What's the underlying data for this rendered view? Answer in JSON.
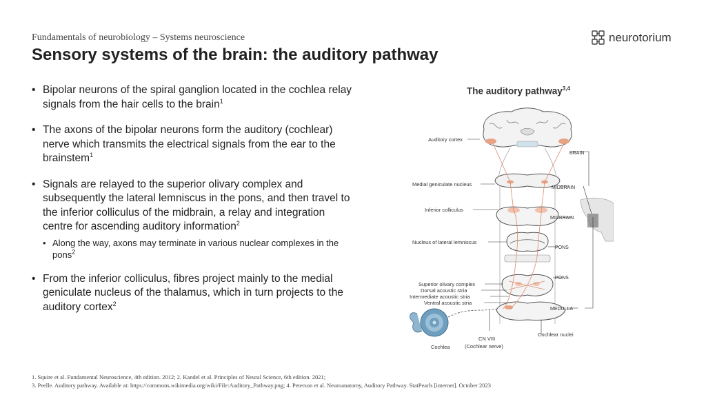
{
  "header": {
    "subtitle": "Fundamentals of neurobiology – Systems neuroscience",
    "title": "Sensory systems of the brain: the auditory pathway",
    "logo_text": "neurotorium",
    "logo_icon": "neuron-logo-icon"
  },
  "bullets": [
    {
      "text": "Bipolar neurons of the spiral ganglion located in the cochlea relay signals from the hair cells to the brain",
      "ref": "1"
    },
    {
      "text": "The axons of the bipolar neurons form the auditory (cochlear) nerve which transmits the electrical signals from the ear to the brainstem",
      "ref": "1"
    },
    {
      "text": "Signals are relayed to the superior olivary complex and subsequently the lateral lemniscus in the pons, and then travel to the inferior colliculus of the midbrain, a relay and integration centre for ascending auditory information",
      "ref": "2",
      "sub": {
        "text": "Along the way, axons may terminate in various nuclear complexes in the pons",
        "ref": "2"
      }
    },
    {
      "text": "From the inferior colliculus, fibres project mainly to the medial geniculate nucleus of the thalamus, which in turn projects to the auditory cortex",
      "ref": "2"
    }
  ],
  "figure": {
    "title": "The auditory pathway",
    "title_ref": "3,4",
    "labels": {
      "auditory_cortex": "Auditory cortex",
      "medial_geniculate": "Medial geniculate nucleus",
      "inferior_colliculus": "Inferior colliculus",
      "lateral_lemniscus": "Nucleus of lateral lemniscus",
      "superior_olivary": "Superior olivary complex",
      "dorsal_stria": "Dorsal acoustic stria",
      "intermediate_stria": "Intermediate acoustic stria",
      "ventral_stria": "Ventral acoustic stria",
      "cochlea": "Cochlea",
      "cn_viii": "CN VIII",
      "cochlear_nerve": "(Cochlear nerve)",
      "cochlear_nuclei": "Cochlear nuclei"
    },
    "levels": {
      "brain": "BRAIN",
      "midbrain_1": "MIDBRAIN",
      "midbrain_2": "MIDBRAIN",
      "pons_1": "PONS",
      "pons_2": "PONS",
      "medulla": "MEDULLA"
    }
  },
  "references": {
    "line1": "1. Squire et al. Fundamental Neuroscience, 4th edition. 2012; 2. Kandel et al. Principles of Neural Science, 6th edition. 2021;",
    "line2": "3. Peelle. Auditory pathway. Available at: https://commons.wikimedia.org/wiki/File:Auditory_Pathway.png; 4. Peterson et al. Neuroanatomy, Auditory Pathway. StatPearls [internet]. October 2023"
  }
}
